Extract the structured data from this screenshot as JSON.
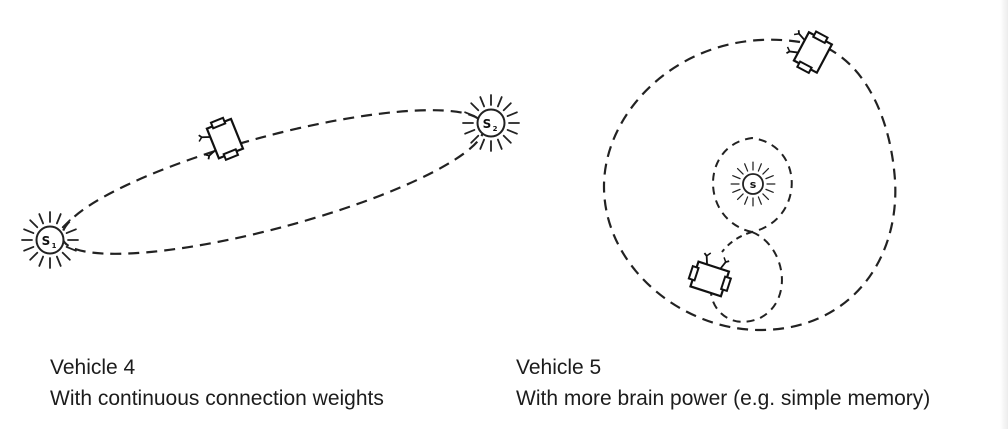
{
  "vehicle4": {
    "title": "Vehicle 4",
    "subtitle": "With continuous connection weights",
    "source1_label": "S",
    "source1_sub": "1",
    "source2_label": "S",
    "source2_sub": "2"
  },
  "vehicle5": {
    "title": "Vehicle 5",
    "subtitle": "With more brain power (e.g. simple memory)",
    "source_label": "s"
  }
}
